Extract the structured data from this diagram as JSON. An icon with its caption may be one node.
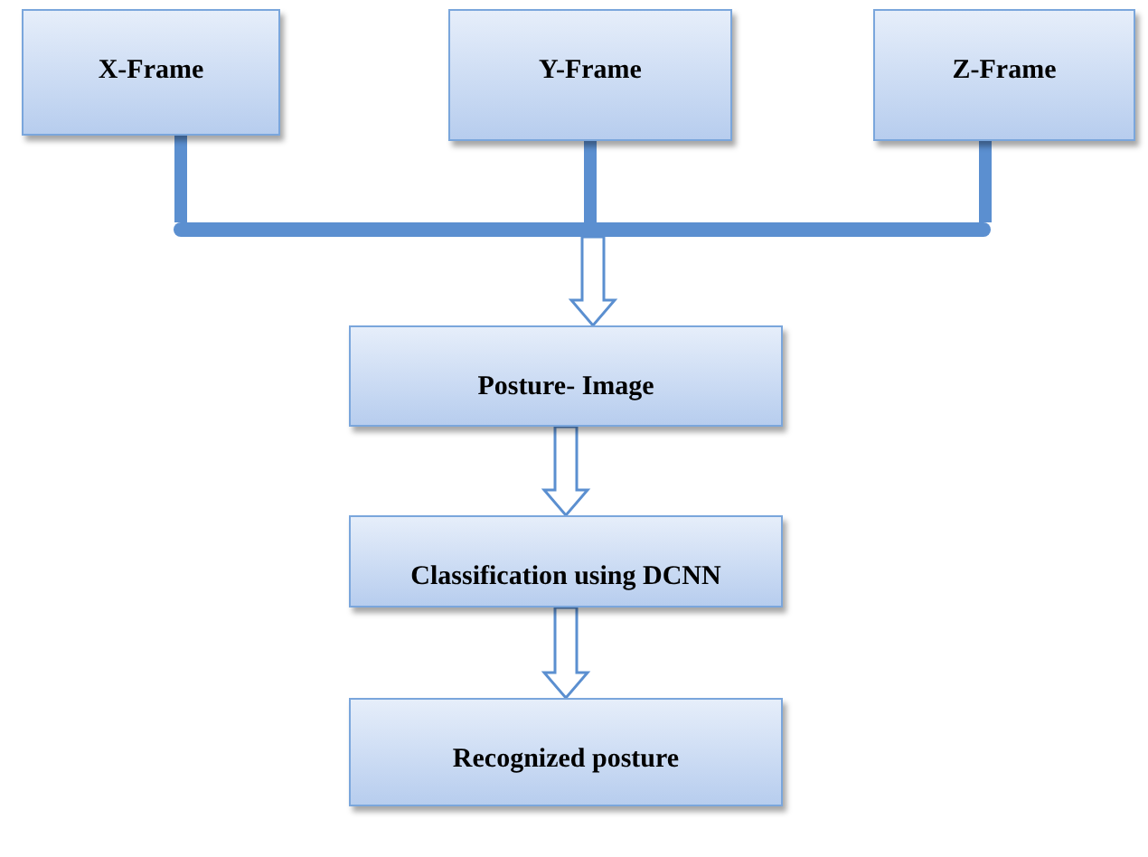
{
  "diagram": {
    "nodes": [
      {
        "text": [
          "X-Frame"
        ]
      },
      {
        "text": [
          "Y-Frame"
        ]
      },
      {
        "text": [
          "Z-Frame"
        ]
      },
      {
        "text": [],
        "shape": "bar"
      },
      {
        "text": [
          "Posture- Image"
        ]
      },
      {
        "text": [
          "Classification using DCNN"
        ]
      },
      {
        "text": [
          "Recognized posture"
        ]
      }
    ],
    "edges": [
      {
        "from": 0,
        "to": 3,
        "arrow": "none"
      },
      {
        "from": 1,
        "to": 3,
        "arrow": "none"
      },
      {
        "from": 2,
        "to": 3,
        "arrow": "none"
      },
      {
        "from": 3,
        "to": 4,
        "arrow": "to"
      },
      {
        "from": 4,
        "to": 5,
        "arrow": "to"
      },
      {
        "from": 5,
        "to": 6,
        "arrow": "to"
      }
    ]
  }
}
